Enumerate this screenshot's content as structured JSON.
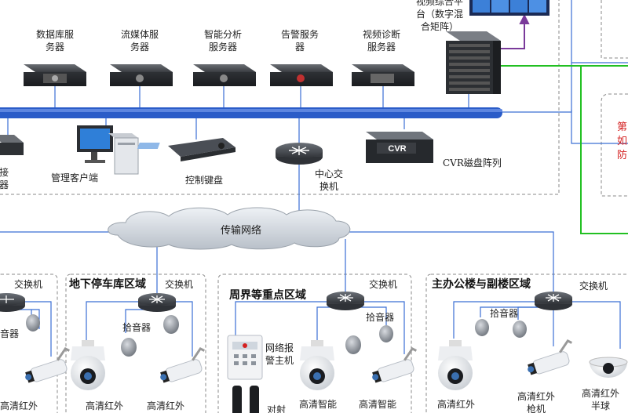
{
  "servers": {
    "database": "数据库服\n务器",
    "streaming": "流媒体服\n务器",
    "analytics": "智能分析\n服务器",
    "alarm": "告警服务\n器",
    "diagnosis": "视频诊断\n服务器"
  },
  "top_right": {
    "video_platform": "视频综合平\n台（数字混\n合矩阵）"
  },
  "core": {
    "admin_client": "管理客户端",
    "control_keyboard": "控制键盘",
    "center_switch": "中心交\n换机",
    "cvr_label": "CVR",
    "cvr_storage": "CVR磁盘阵列",
    "left_partial": "接\n器"
  },
  "network": {
    "transport": "传输网络"
  },
  "right_partial": {
    "text": "第\n如\n防"
  },
  "zones": [
    {
      "title": "",
      "switch": "交换机",
      "pickup": "音器",
      "camera": "高清红外"
    },
    {
      "title": "地下停车库区域",
      "switch": "交换机",
      "pickup": "拾音器",
      "camera_dome": "高清红外",
      "camera_bullet": "高清红外"
    },
    {
      "title": "周界等重点区域",
      "switch": "交换机",
      "alarm_host": "网络报\n警主机",
      "pickup": "拾音器",
      "beam": "对射",
      "camera_dome": "高清智能",
      "camera_bullet": "高清智能"
    },
    {
      "title": "主办公楼与副楼区域",
      "switch": "交换机",
      "pickup": "拾音器",
      "camera_dome": "高清红外",
      "camera_bullet": "高清红外\n枪机",
      "camera_speed": "高清红外\n半球"
    }
  ],
  "colors": {
    "backbone": "#2a5cc8",
    "link": "#3b6fd4",
    "green_link": "#22c022",
    "purple_arrow": "#7a3a9a",
    "dashed_border": "#8a8a8a",
    "red_text": "#d42020"
  }
}
